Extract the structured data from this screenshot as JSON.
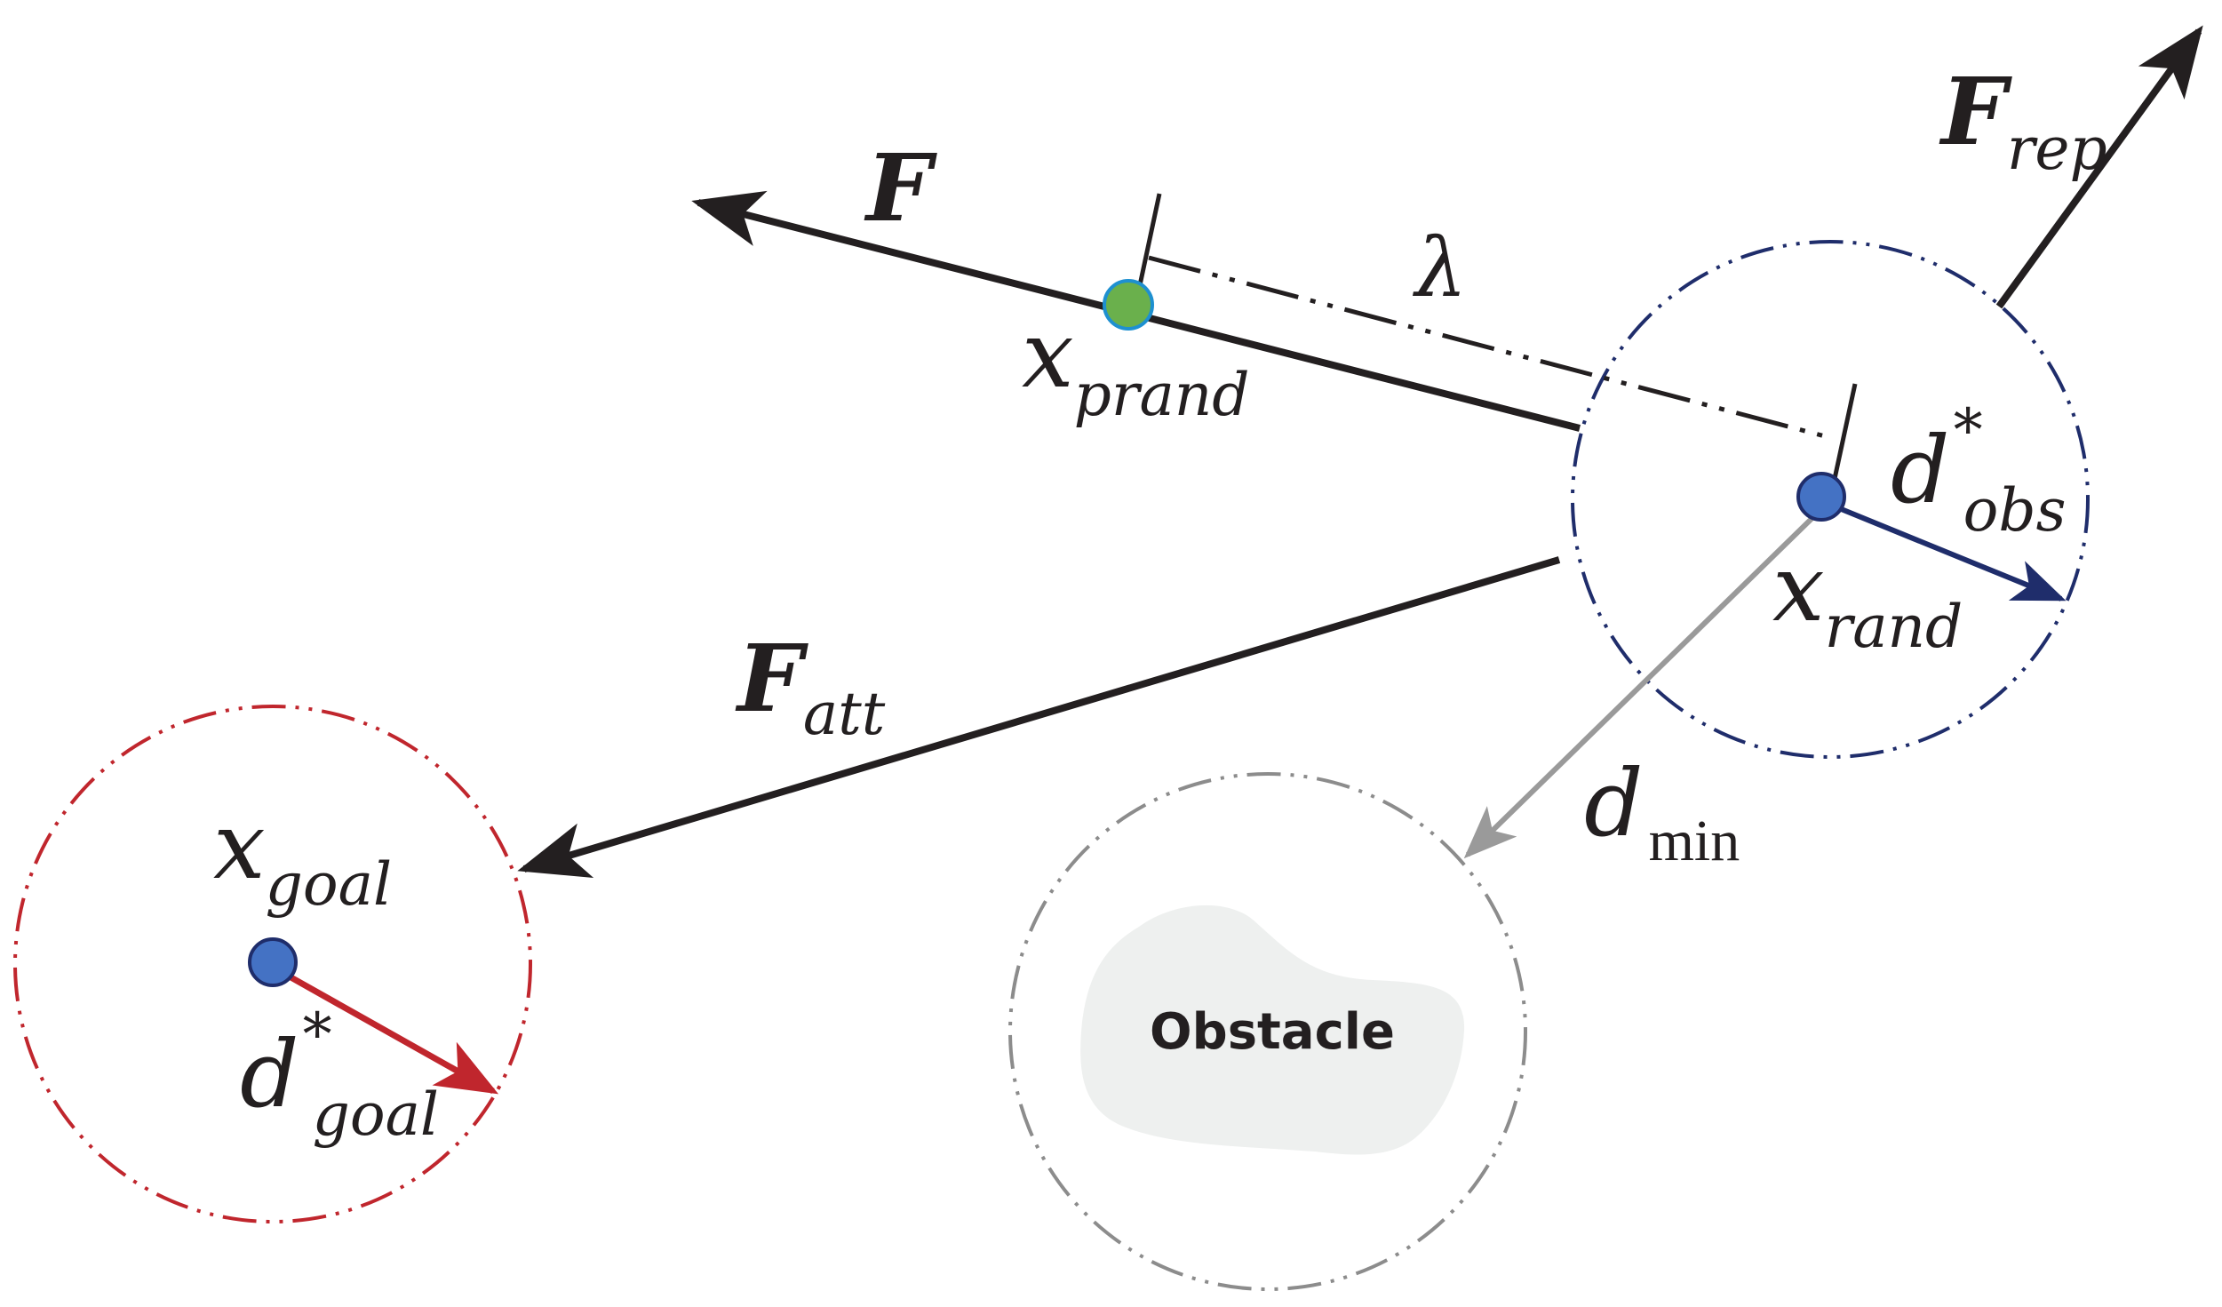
{
  "labels": {
    "force": {
      "main": "F",
      "sub": ""
    },
    "force_rep": {
      "main": "F",
      "sub": "rep"
    },
    "force_att": {
      "main": "F",
      "sub": "att"
    },
    "lambda": "λ",
    "x_prand": {
      "main": "x",
      "sub": "prand"
    },
    "x_rand": {
      "main": "x",
      "sub": "rand"
    },
    "x_goal": {
      "main": "x",
      "sub": "goal"
    },
    "d_obs": {
      "main": "d",
      "sup": "*",
      "sub": "obs"
    },
    "d_goal": {
      "main": "d",
      "sup": "*",
      "sub": "goal"
    },
    "d_min": {
      "main": "d",
      "sub": "min"
    },
    "obstacle": "Obstacle"
  },
  "colors": {
    "ink": "#231f20",
    "node_blue": "#4472c4",
    "node_green": "#6ab04c",
    "node_green_stroke": "#1e90d0",
    "obs_radius": "#1f2d6b",
    "goal_radius": "#c0262d",
    "min_distance": "#9a9a9a",
    "obstacle_fill": "#eef0ef",
    "obstacle_boundary": "#8c8c8c"
  }
}
